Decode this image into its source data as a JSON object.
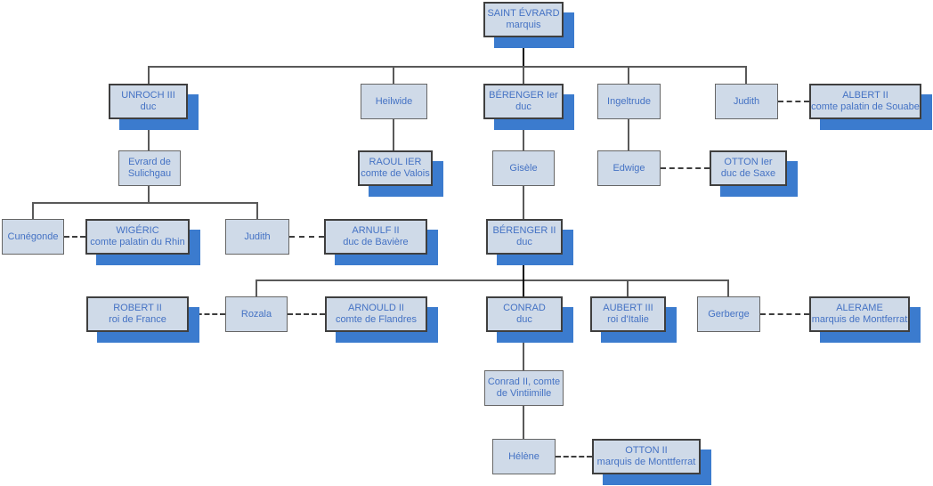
{
  "diagram": {
    "type": "family-tree",
    "root": "saint_evrard",
    "colors": {
      "box_fill": "#cfdae8",
      "box_border_strong": "#3f3f3f",
      "box_border_light": "#666666",
      "box_shadow": "#3b7bce",
      "text": "#4472c4",
      "connector_solid": "#595959",
      "connector_trunk": "#0a0a0a",
      "connector_dashed": "#3d3d3d",
      "background": "#ffffff"
    }
  },
  "nodes": {
    "saint_evrard": {
      "line1": "SAINT ÉVRARD",
      "line2": "marquis"
    },
    "unroch": {
      "line1": "UNROCH III",
      "line2": "duc"
    },
    "heilwide": {
      "line1": "Heilwide"
    },
    "berenger1": {
      "line1": "BÉRENGER Ier",
      "line2": "duc"
    },
    "ingeltrude": {
      "line1": "Ingeltrude"
    },
    "judith2": {
      "line1": "Judith"
    },
    "albert2": {
      "line1": "ALBERT II",
      "line2": "comte palatin de Souabe"
    },
    "evrard": {
      "line1": "Evrard de",
      "line2": "Sulichgau"
    },
    "raoul": {
      "line1": "RAOUL IER",
      "line2": "comte de Valois"
    },
    "gisele": {
      "line1": "Gisèle"
    },
    "edwige": {
      "line1": "Edwige"
    },
    "otton1": {
      "line1": "OTTON Ier",
      "line2": "duc de Saxe"
    },
    "cunegonde": {
      "line1": "Cunégonde"
    },
    "wigeric": {
      "line1": "WIGÉRIC",
      "line2": "comte palatin du Rhin"
    },
    "judith4": {
      "line1": "Judith"
    },
    "arnulf2": {
      "line1": "ARNULF II",
      "line2": "duc de Bavière"
    },
    "berenger2": {
      "line1": "BÉRENGER II",
      "line2": "duc"
    },
    "robert2": {
      "line1": "ROBERT II",
      "line2": "roi de France"
    },
    "rozala": {
      "line1": "Rozala"
    },
    "arnould2": {
      "line1": "ARNOULD II",
      "line2": "comte de Flandres"
    },
    "conrad": {
      "line1": "CONRAD",
      "line2": "duc"
    },
    "aubert3": {
      "line1": "AUBERT III",
      "line2": "roi d'Italie"
    },
    "gerberge": {
      "line1": "Gerberge"
    },
    "alerame": {
      "line1": "ALERAME",
      "line2": "marquis de Montferrat"
    },
    "conrad2": {
      "line1": "Conrad II, comte",
      "line2": "de Vintiimille"
    },
    "helene": {
      "line1": "Hélène"
    },
    "otton2": {
      "line1": "OTTON II",
      "line2": "marquis de Monttferrat"
    }
  },
  "edges": {
    "parent_child": [
      [
        "saint_evrard",
        "unroch"
      ],
      [
        "saint_evrard",
        "heilwide"
      ],
      [
        "saint_evrard",
        "berenger1"
      ],
      [
        "saint_evrard",
        "ingeltrude"
      ],
      [
        "saint_evrard",
        "judith2"
      ],
      [
        "unroch",
        "evrard"
      ],
      [
        "heilwide",
        "raoul"
      ],
      [
        "berenger1",
        "gisele"
      ],
      [
        "ingeltrude",
        "edwige"
      ],
      [
        "evrard",
        "cunegonde"
      ],
      [
        "evrard",
        "judith4"
      ],
      [
        "gisele",
        "berenger2"
      ],
      [
        "berenger2",
        "rozala"
      ],
      [
        "berenger2",
        "conrad"
      ],
      [
        "berenger2",
        "aubert3"
      ],
      [
        "berenger2",
        "gerberge"
      ],
      [
        "conrad",
        "conrad2"
      ],
      [
        "conrad2",
        "helene"
      ]
    ],
    "marriage_dashed": [
      [
        "judith2",
        "albert2"
      ],
      [
        "edwige",
        "otton1"
      ],
      [
        "cunegonde",
        "wigeric"
      ],
      [
        "judith4",
        "arnulf2"
      ],
      [
        "robert2",
        "rozala"
      ],
      [
        "rozala",
        "arnould2"
      ],
      [
        "gerberge",
        "alerame"
      ],
      [
        "helene",
        "otton2"
      ]
    ]
  }
}
